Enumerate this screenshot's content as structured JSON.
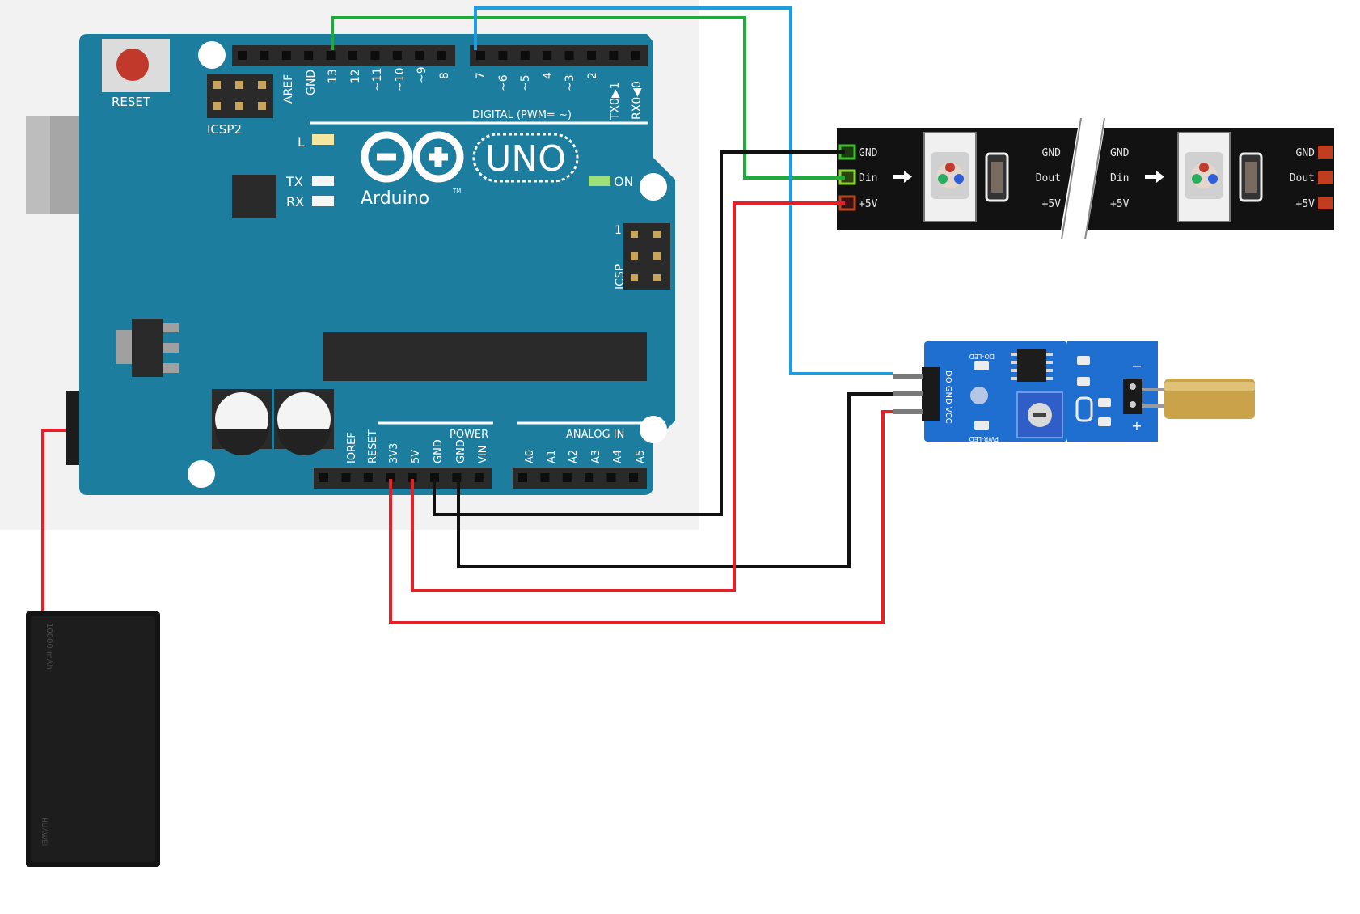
{
  "arduino": {
    "reset_label": "RESET",
    "icsp2_label": "ICSP2",
    "icsp_label": "ICSP",
    "icsp_pin1": "1",
    "led_l": "L",
    "led_tx": "TX",
    "led_rx": "RX",
    "led_on": "ON",
    "brand": "Arduino",
    "model": "UNO",
    "tm": "TM",
    "digital_label": "DIGITAL (PWM= ~)",
    "power_label": "POWER",
    "analog_label": "ANALOG IN",
    "top_pins": [
      "AREF",
      "GND",
      "13",
      "12",
      "~11",
      "~10",
      "~9",
      "8",
      "7",
      "~6",
      "~5",
      "4",
      "~3",
      "2",
      "TX0▶1",
      "RX0◀0"
    ],
    "power_pins": [
      "IOREF",
      "RESET",
      "3V3",
      "5V",
      "GND",
      "GND",
      "VIN"
    ],
    "analog_pins": [
      "A0",
      "A1",
      "A2",
      "A3",
      "A4",
      "A5"
    ]
  },
  "led_strip": {
    "left_pins": [
      "GND",
      "Din",
      "+5V"
    ],
    "mid_left_pins": [
      "GND",
      "Dout",
      "+5V"
    ],
    "mid_right_pins": [
      "GND",
      "Din",
      "+5V"
    ],
    "right_pins": [
      "GND",
      "Dout",
      "+5V"
    ]
  },
  "sensor": {
    "pins_label": "DO GND VCC",
    "do_led": "DO-LED",
    "pwr_led": "PWR-LED",
    "plus": "+",
    "minus": "−"
  },
  "power_bank": {
    "capacity": "10000 mAh",
    "brand": "HUAWEI"
  },
  "colors": {
    "board": "#1c7d9e",
    "wire_red": "#e52028",
    "wire_black": "#111111",
    "wire_green": "#1faa3c",
    "wire_blue": "#1e9ee0",
    "strip": "#121212",
    "sensor_board": "#1f6fd0"
  }
}
